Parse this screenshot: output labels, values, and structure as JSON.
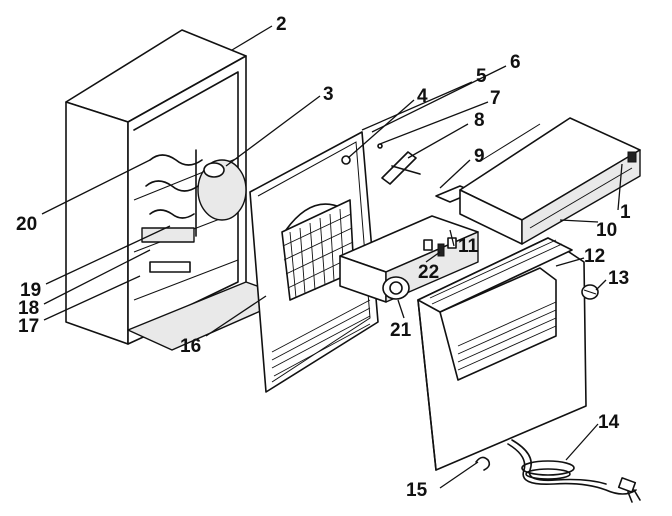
{
  "labels": {
    "p1": "1",
    "p2": "2",
    "p3": "3",
    "p4": "4",
    "p5": "5",
    "p6": "6",
    "p7": "7",
    "p8": "8",
    "p9": "9",
    "p10": "10",
    "p11": "11",
    "p12": "12",
    "p13": "13",
    "p14": "14",
    "p15": "15",
    "p16": "16",
    "p17": "17",
    "p18": "18",
    "p19": "19",
    "p20": "20",
    "p21": "21",
    "p22": "22"
  },
  "colors": {
    "ink": "#111111",
    "paper": "#ffffff"
  }
}
